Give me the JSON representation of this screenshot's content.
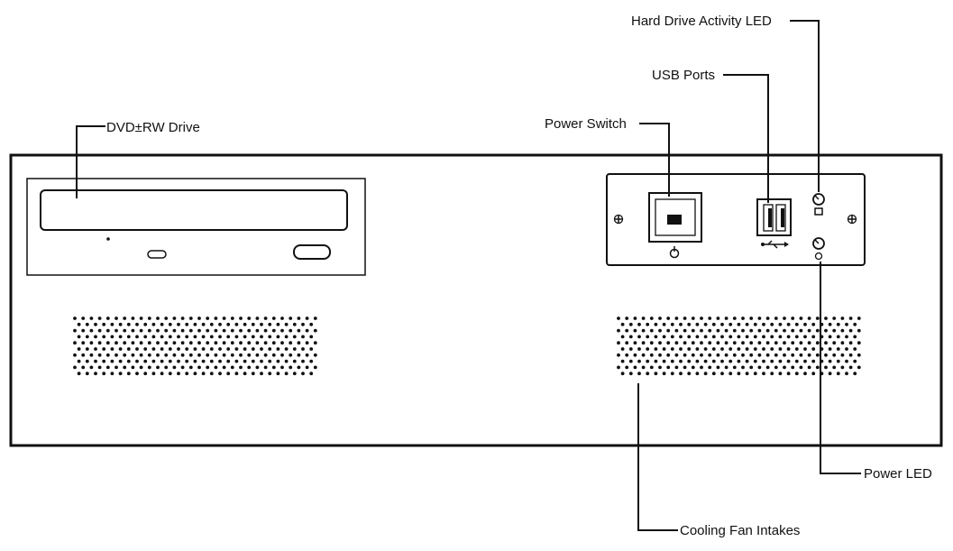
{
  "diagram": {
    "labels": {
      "dvd_drive": "DVD±RW Drive",
      "power_switch": "Power Switch",
      "usb_ports": "USB Ports",
      "hdd_led": "Hard Drive Activity LED",
      "power_led": "Power LED",
      "cooling_fan": "Cooling Fan Intakes"
    },
    "colors": {
      "line": "#111111",
      "background": "#ffffff"
    },
    "icons": {
      "power_symbol": "power-icon",
      "usb_symbol": "usb-icon",
      "hdd_symbol": "hard-drive-icon",
      "screw": "screw-icon"
    }
  }
}
